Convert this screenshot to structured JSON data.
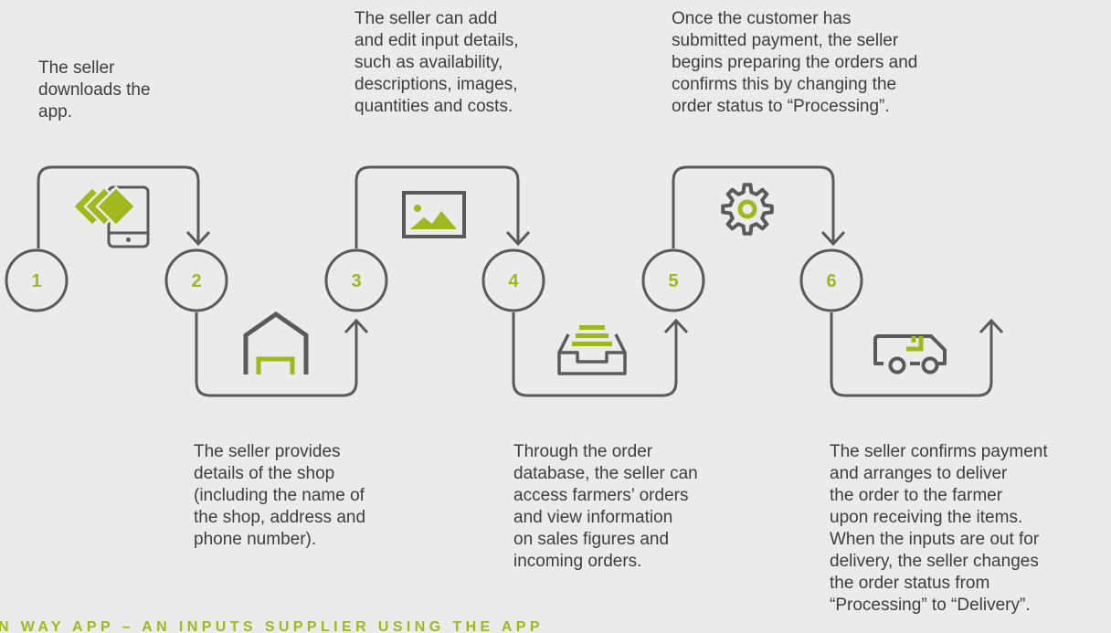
{
  "colors": {
    "background": "#ebebeb",
    "line": "#5a5a5a",
    "accent": "#a2b61e",
    "text": "#3d3d3d"
  },
  "steps": [
    {
      "number": "1",
      "icon": "phone-app-icon",
      "caption": "The seller\ndownloads the\napp."
    },
    {
      "number": "2",
      "icon": "shop-icon",
      "caption": "The seller provides\ndetails of the shop\n(including the name of\nthe shop, address and\nphone number)."
    },
    {
      "number": "3",
      "icon": "image-icon",
      "caption": "The seller can add\nand edit input details,\nsuch as availability,\ndescriptions, images,\nquantities and costs."
    },
    {
      "number": "4",
      "icon": "inbox-tray-icon",
      "caption": "Through the order\ndatabase, the seller can\naccess farmers’ orders\nand view information\non sales figures and\nincoming orders."
    },
    {
      "number": "5",
      "icon": "gear-icon",
      "caption": "Once the customer has\nsubmitted payment, the seller\nbegins preparing the orders and\nconfirms this by changing the\norder status to “Processing”."
    },
    {
      "number": "6",
      "icon": "delivery-van-icon",
      "caption": "The seller confirms payment\nand arranges to deliver\nthe order to the farmer\nupon receiving the items.\nWhen the inputs are out for\ndelivery, the seller changes\nthe order status from\n“Processing” to “Delivery”."
    }
  ],
  "footer": {
    "title": "N WAY APP – AN INPUTS SUPPLIER USING THE APP"
  }
}
